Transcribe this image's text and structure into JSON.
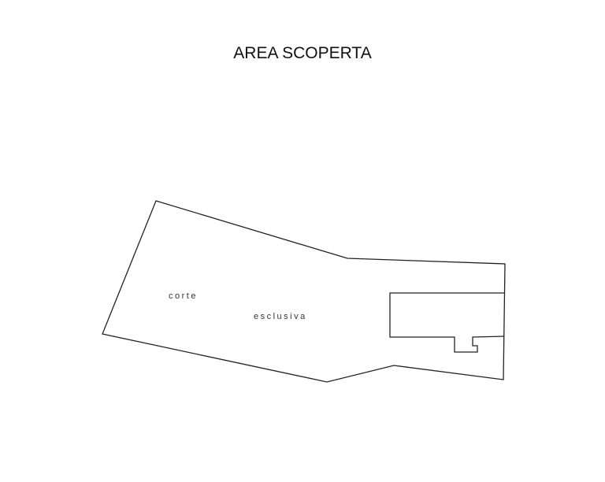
{
  "title": "AREA SCOPERTA",
  "labels": {
    "corte": "corte",
    "esclusiva": "esclusiva"
  },
  "colors": {
    "line": "#222222",
    "background": "#ffffff"
  }
}
